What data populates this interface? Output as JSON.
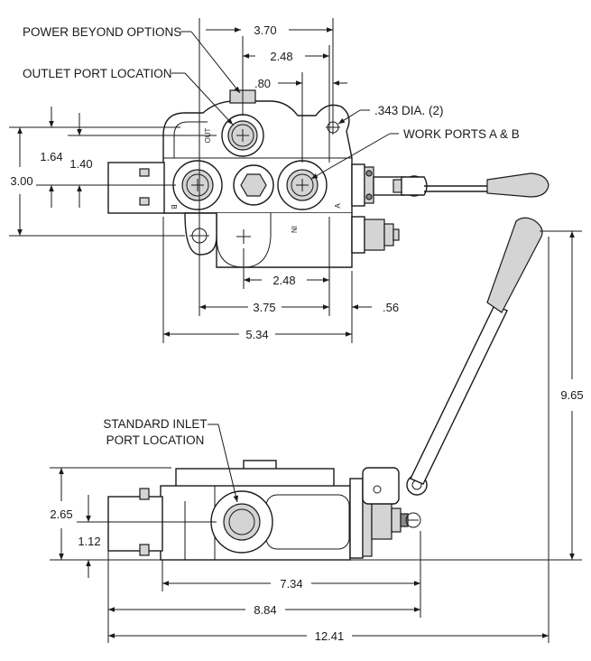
{
  "callouts": {
    "power_beyond": "POWER BEYOND OPTIONS",
    "outlet_port": "OUTLET PORT LOCATION",
    "mount_holes": ".343 DIA. (2)",
    "work_ports": "WORK PORTS A & B",
    "inlet_line1": "STANDARD INLET",
    "inlet_line2": "PORT LOCATION"
  },
  "port_marks": {
    "out": "OUT",
    "in": "IN",
    "a": "A",
    "b": "B"
  },
  "top_view": {
    "dim_3_70": "3.70",
    "dim_2_48_top": "2.48",
    "dim_0_80": ".80",
    "dim_1_64": "1.64",
    "dim_1_40": "1.40",
    "dim_3_00": "3.00",
    "dim_2_48_bottom": "2.48",
    "dim_3_75": "3.75",
    "dim_0_56": ".56",
    "dim_5_34": "5.34"
  },
  "side_view": {
    "dim_9_65": "9.65",
    "dim_2_65": "2.65",
    "dim_1_12": "1.12",
    "dim_7_34": "7.34",
    "dim_8_84": "8.84",
    "dim_12_41": "12.41"
  }
}
